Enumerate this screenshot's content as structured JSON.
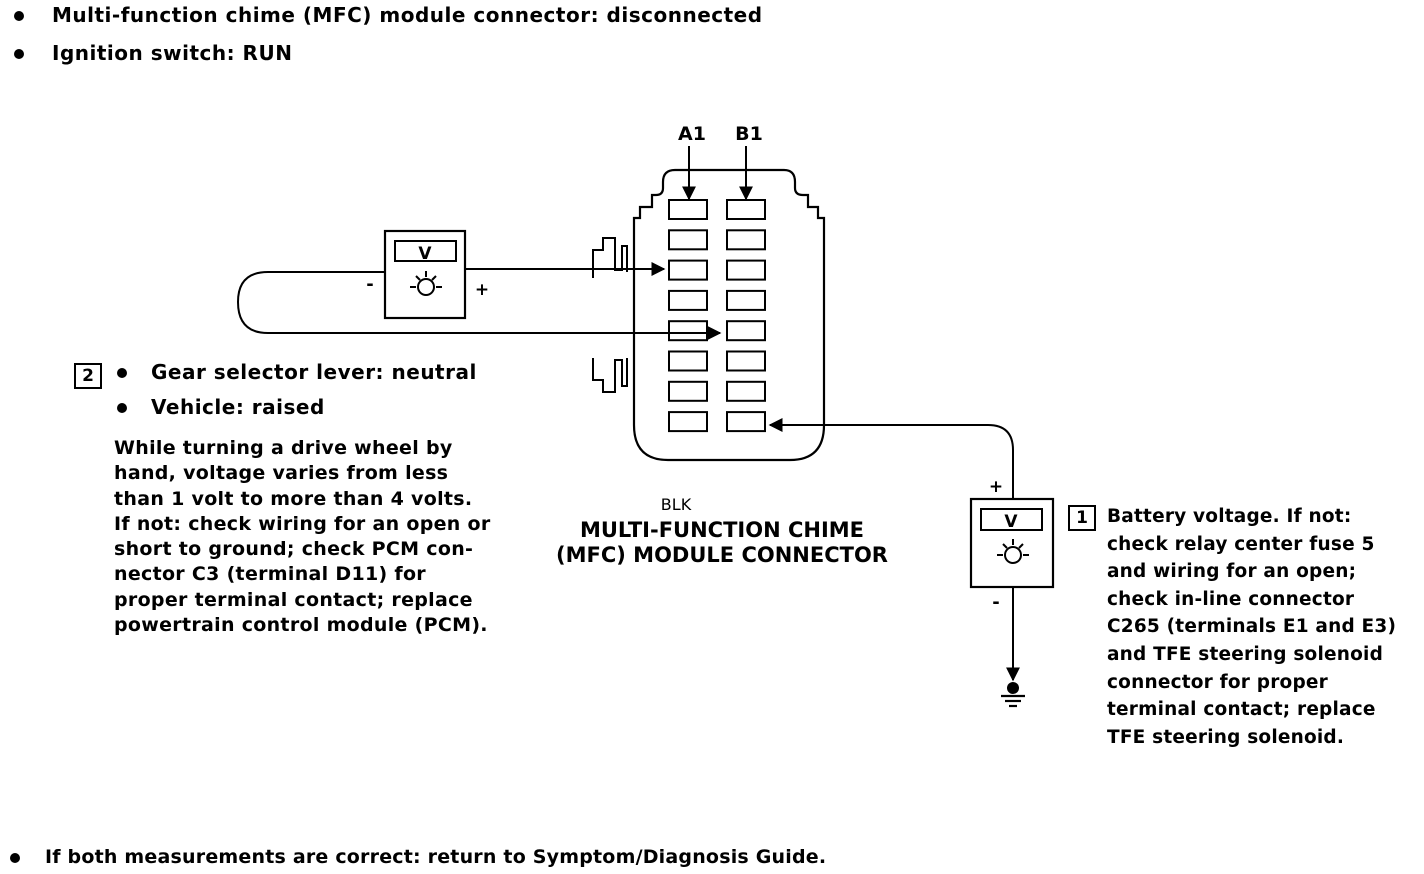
{
  "conditions": {
    "top": [
      "Multi-function chime (MFC) module connector: disconnected",
      "Ignition switch: RUN"
    ]
  },
  "connector": {
    "pin_a1": "A1",
    "pin_b1": "B1",
    "color": "BLK",
    "title_line1": "MULTI-FUNCTION CHIME",
    "title_line2": "(MFC) MODULE CONNECTOR"
  },
  "meter_left": {
    "unit": "V",
    "minus": "-",
    "plus": "+"
  },
  "meter_right": {
    "unit": "V",
    "minus": "-",
    "plus": "+"
  },
  "step2": {
    "number": "2",
    "conditions": [
      "Gear selector lever: neutral",
      "Vehicle: raised"
    ],
    "text_lines": [
      "While turning a drive wheel by",
      "hand, voltage varies from less",
      "than 1 volt to more than 4 volts.",
      "If not: check wiring for an open or",
      "short to ground; check PCM con-",
      "nector C3 (terminal D11) for",
      "proper terminal contact; replace",
      "powertrain control module (PCM)."
    ]
  },
  "step1": {
    "number": "1",
    "text_lines": [
      "Battery voltage. If not:",
      "check relay center fuse 5",
      "and wiring for an open;",
      "check in-line connector",
      "C265 (terminals E1 and E3)",
      "and TFE steering solenoid",
      "connector for proper",
      "terminal contact; replace",
      "TFE steering solenoid."
    ]
  },
  "footer": "If both measurements are correct: return to Symptom/Diagnosis Guide."
}
